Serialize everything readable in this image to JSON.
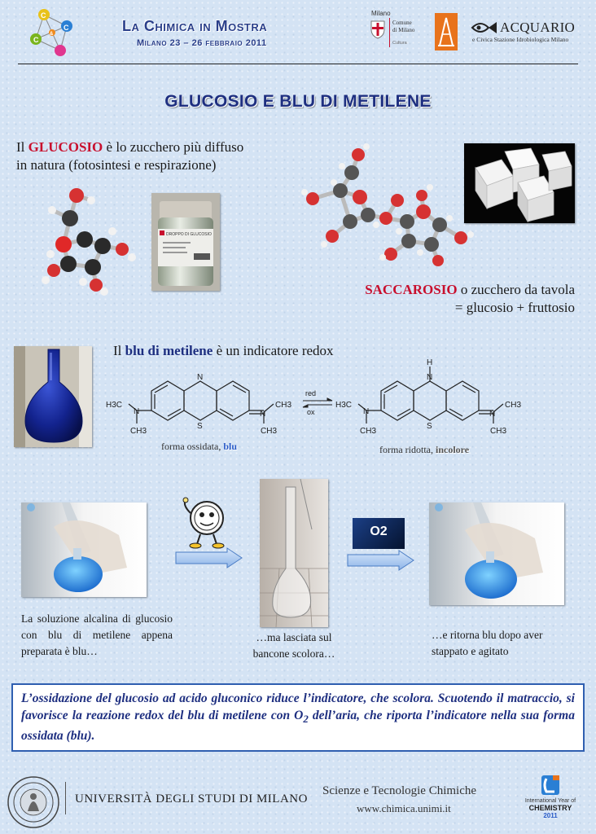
{
  "header": {
    "title": "La Chimica in Mostra",
    "dates": "Milano 23 – 26 febbraio 2011",
    "logo_letters": [
      "C",
      "&",
      "C",
      "C"
    ],
    "milano_label": "Milano",
    "comune_line1": "Comune",
    "comune_line2": "di Milano",
    "comune_line3": "Cultura",
    "acquario_name": "ACQUARIO",
    "acquario_sub": "e Civica Stazione Idrobiologica Milano"
  },
  "main_title": "GLUCOSIO E BLU DI METILENE",
  "glucose": {
    "lead": "Il",
    "term": "GLUCOSIO",
    "rest": "è lo zucchero più diffuso",
    "line2": "in natura (fotosintesi e respirazione)",
    "jar_label": "DROPPO DI GLUCOSIO"
  },
  "sucrose": {
    "term": "SACCAROSIO",
    "rest": "o zucchero da tavola",
    "line2": "= glucosio + fruttosio"
  },
  "methylene": {
    "lead": "Il",
    "term": "blu di metilene",
    "rest": "è un indicatore redox",
    "arrow_top": "red",
    "arrow_bottom": "ox",
    "left_caption": "forma ossidata,",
    "left_caption_strong": "blu",
    "right_caption": "forma ridotta,",
    "right_caption_strong": "incolore",
    "atoms": {
      "N": "N",
      "S": "S",
      "H": "H",
      "H3C": "H3C",
      "CH3": "CH3"
    }
  },
  "o2_badge": "O2",
  "steps": [
    {
      "text": "La soluzione alcalina di glucosio con blu di metilene appena preparata è blu…"
    },
    {
      "text": "…ma lasciata sul bancone scolora…"
    },
    {
      "text": "…e ritorna blu dopo aver stappato e agitato"
    }
  ],
  "summary": {
    "part1": "L’ossidazione del glucosio ad acido gluconico riduce l’indicatore, che scolora. Scuotendo il matraccio, si favorisce la reazione redox del blu di metilene con O",
    "sub": "2",
    "part2": " dell’aria, che riporta l’indicatore nella sua forma ossidata (blu)."
  },
  "footer": {
    "university": "UNIVERSITÀ DEGLI STUDI DI MILANO",
    "department": "Scienze e Tecnologie Chimiche",
    "url": "www.chimica.unimi.it",
    "iyc_line1": "International Year of",
    "iyc_line2": "CHEMISTRY",
    "iyc_year": "2011"
  },
  "colors": {
    "accent": "#1e2f80",
    "red": "#c8102e",
    "border": "#2f5fb0"
  }
}
